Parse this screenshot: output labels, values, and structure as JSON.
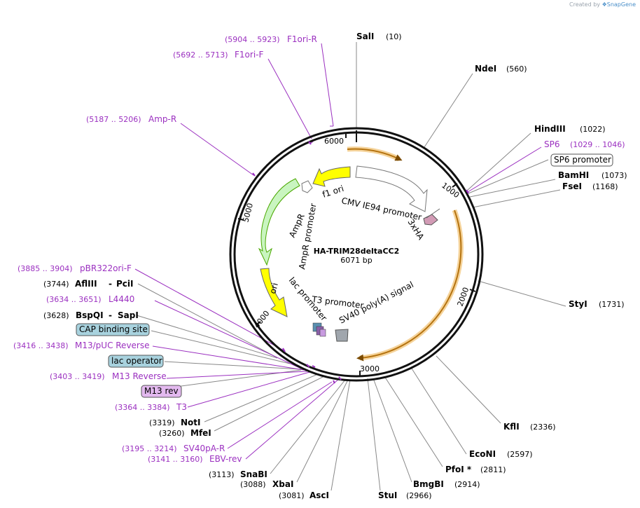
{
  "credit": {
    "prefix": "Created by",
    "brand": "SnapGene"
  },
  "plasmid": {
    "name": "HA-TRIM28deltaCC2",
    "length": "6071 bp"
  },
  "ticks": [
    "1000",
    "2000",
    "3000",
    "4000",
    "5000",
    "6000"
  ],
  "enzymes": [
    {
      "id": "sali",
      "name": "SalI",
      "pos": "(10)"
    },
    {
      "id": "ndei",
      "name": "NdeI",
      "pos": "(560)"
    },
    {
      "id": "hindiii",
      "name": "HindIII",
      "pos": "(1022)"
    },
    {
      "id": "bamhi",
      "name": "BamHI",
      "pos": "(1073)"
    },
    {
      "id": "fsei",
      "name": "FseI",
      "pos": "(1168)"
    },
    {
      "id": "styi",
      "name": "StyI",
      "pos": "(1731)"
    },
    {
      "id": "kfli",
      "name": "KflI",
      "pos": "(2336)"
    },
    {
      "id": "econi",
      "name": "EcoNI",
      "pos": "(2597)"
    },
    {
      "id": "pfoi",
      "name": "PfoI *",
      "pos": "(2811)"
    },
    {
      "id": "bmgbi",
      "name": "BmgBI",
      "pos": "(2914)"
    },
    {
      "id": "stui",
      "name": "StuI",
      "pos": "(2966)"
    },
    {
      "id": "asci",
      "name": "AscI",
      "pos": "(3081)"
    },
    {
      "id": "xbai",
      "name": "XbaI",
      "pos": "(3088)"
    },
    {
      "id": "snabi",
      "name": "SnaBI",
      "pos": "(3113)"
    },
    {
      "id": "mfei",
      "name": "MfeI",
      "pos": "(3260)"
    },
    {
      "id": "noti",
      "name": "NotI",
      "pos": "(3319)"
    },
    {
      "id": "bspqi",
      "name": "BspQI",
      "name2": "SapI",
      "pos": "(3628)"
    },
    {
      "id": "afliii",
      "name": "AflIII",
      "name2": "PciI",
      "pos": "(3744)"
    }
  ],
  "primers": [
    {
      "id": "f1ori-r",
      "name": "F1ori-R",
      "range": "(5904 .. 5923)"
    },
    {
      "id": "f1ori-f",
      "name": "F1ori-F",
      "range": "(5692 .. 5713)"
    },
    {
      "id": "amp-r",
      "name": "Amp-R",
      "range": "(5187 .. 5206)"
    },
    {
      "id": "sp6",
      "name": "SP6",
      "range": "(1029 .. 1046)"
    },
    {
      "id": "pbr322ori-f",
      "name": "pBR322ori-F",
      "range": "(3885 .. 3904)"
    },
    {
      "id": "l4440",
      "name": "L4440",
      "range": "(3634 .. 3651)"
    },
    {
      "id": "m13-puc-reverse",
      "name": "M13/pUC Reverse",
      "range": "(3416 .. 3438)"
    },
    {
      "id": "m13-reverse",
      "name": "M13 Reverse",
      "range": "(3403 .. 3419)"
    },
    {
      "id": "t3",
      "name": "T3",
      "range": "(3364 .. 3384)"
    },
    {
      "id": "sv40pa-r",
      "name": "SV40pA-R",
      "range": "(3195 .. 3214)"
    },
    {
      "id": "ebv-rev",
      "name": "EBV-rev",
      "range": "(3141 .. 3160)"
    }
  ],
  "boxed_labels": {
    "sp6_promoter": "SP6 promoter",
    "cap_binding_site": "CAP binding site",
    "lac_operator": "lac operator",
    "m13_rev": "M13 rev"
  },
  "features": {
    "f1_ori": "f1 ori",
    "cmv_promoter": "CMV IE94 promoter",
    "tag": "3xHA",
    "ampr": "AmpR",
    "ampr_promoter": "AmpR promoter",
    "ori": "ori",
    "lac_promoter": "lac promoter",
    "t3_promoter": "T3 promoter",
    "sv40_signal": "SV40 poly(A) signal"
  },
  "colors": {
    "backbone": "#111111",
    "primer": "#9b30c0",
    "insert": "#e8a33b",
    "ori": "#ffff00",
    "ampr": "#c9f5c0",
    "cmv": "#ffffff",
    "tag": "#d29bb5",
    "cap_box": "#a8d2de",
    "m13_box": "#e3b9ef"
  }
}
